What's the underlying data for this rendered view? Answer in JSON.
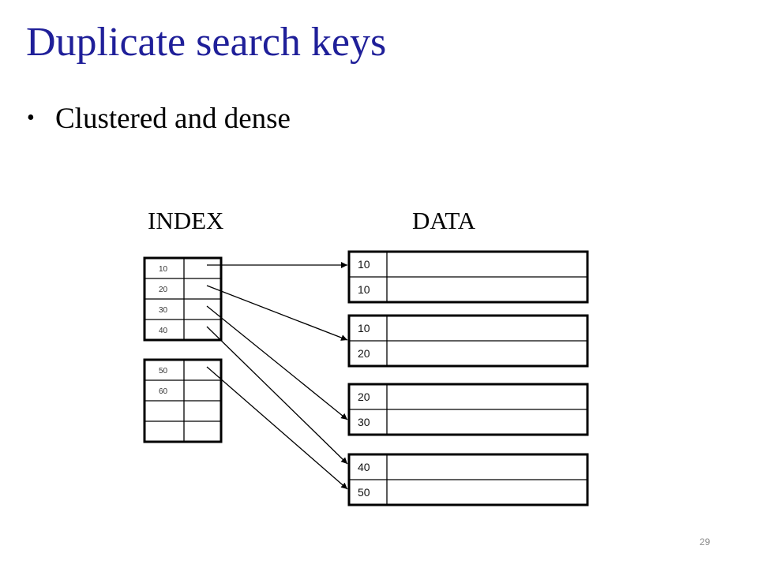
{
  "slide": {
    "title": "Duplicate search keys",
    "bullet": "•",
    "bullet_text": "Clustered and dense",
    "page_number": "29",
    "title_color": "#1f1f99"
  },
  "diagram": {
    "index_label": "INDEX",
    "data_label": "DATA",
    "index_blocks": [
      {
        "keys": [
          "10",
          "20",
          "30",
          "40"
        ]
      },
      {
        "keys": [
          "50",
          "60",
          "",
          ""
        ]
      }
    ],
    "data_blocks": [
      {
        "keys": [
          "10",
          "10"
        ]
      },
      {
        "keys": [
          "10",
          "20"
        ]
      },
      {
        "keys": [
          "20",
          "30"
        ]
      },
      {
        "keys": [
          "40",
          "50"
        ]
      }
    ]
  }
}
